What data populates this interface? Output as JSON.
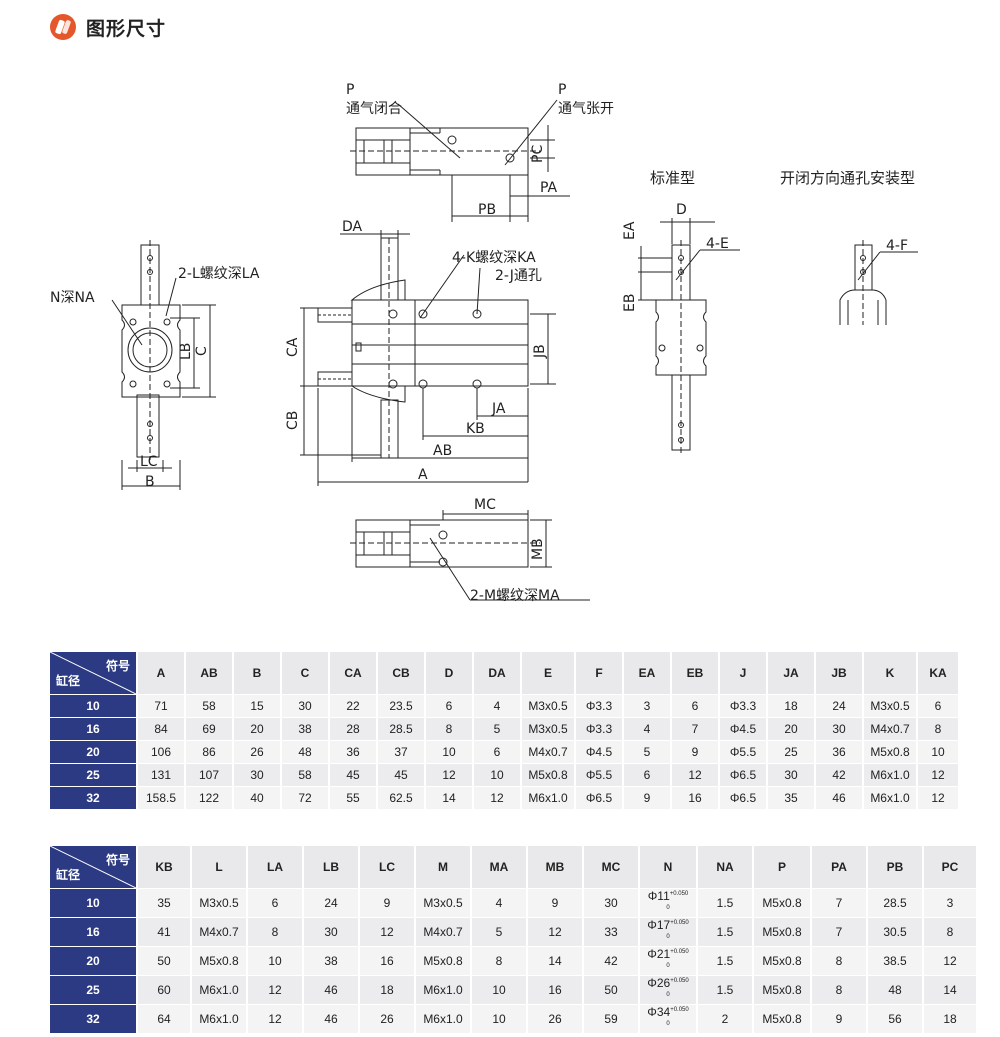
{
  "header": {
    "icon": "logo-icon",
    "title": "图形尺寸"
  },
  "drawing": {
    "labels": {
      "p1": "P",
      "p1_desc": "通气闭合",
      "p2": "P",
      "p2_desc": "通气张开",
      "pc": "PC",
      "pa": "PA",
      "pb": "PB",
      "da": "DA",
      "k_thread": "4-K螺纹深KA",
      "j_hole": "2-J通孔",
      "ca": "CA",
      "cb": "CB",
      "jb": "JB",
      "ja": "JA",
      "kb": "KB",
      "ab": "AB",
      "a": "A",
      "l_thread": "2-L螺纹深LA",
      "n": "N深NA",
      "lb": "LB",
      "c": "C",
      "lc": "LC",
      "b": "B",
      "mc": "MC",
      "mb": "MB",
      "m_thread": "2-M螺纹深MA",
      "standard": "标准型",
      "d": "D",
      "ea": "EA",
      "eb": "EB",
      "e": "4-E",
      "opening": "开闭方向通孔安装型",
      "f": "4-F"
    }
  },
  "table1": {
    "corner_symbol": "符号",
    "corner_bore": "缸径",
    "columns": [
      "A",
      "AB",
      "B",
      "C",
      "CA",
      "CB",
      "D",
      "DA",
      "E",
      "F",
      "EA",
      "EB",
      "J",
      "JA",
      "JB",
      "K",
      "KA"
    ],
    "rows": [
      [
        "10",
        "71",
        "58",
        "15",
        "30",
        "22",
        "23.5",
        "6",
        "4",
        "M3x0.5",
        "Φ3.3",
        "3",
        "6",
        "Φ3.3",
        "18",
        "24",
        "M3x0.5",
        "6"
      ],
      [
        "16",
        "84",
        "69",
        "20",
        "38",
        "28",
        "28.5",
        "8",
        "5",
        "M3x0.5",
        "Φ3.3",
        "4",
        "7",
        "Φ4.5",
        "20",
        "30",
        "M4x0.7",
        "8"
      ],
      [
        "20",
        "106",
        "86",
        "26",
        "48",
        "36",
        "37",
        "10",
        "6",
        "M4x0.7",
        "Φ4.5",
        "5",
        "9",
        "Φ5.5",
        "25",
        "36",
        "M5x0.8",
        "10"
      ],
      [
        "25",
        "131",
        "107",
        "30",
        "58",
        "45",
        "45",
        "12",
        "10",
        "M5x0.8",
        "Φ5.5",
        "6",
        "12",
        "Φ6.5",
        "30",
        "42",
        "M6x1.0",
        "12"
      ],
      [
        "32",
        "158.5",
        "122",
        "40",
        "72",
        "55",
        "62.5",
        "14",
        "12",
        "M6x1.0",
        "Φ6.5",
        "9",
        "16",
        "Φ6.5",
        "35",
        "46",
        "M6x1.0",
        "12"
      ]
    ]
  },
  "table2": {
    "corner_symbol": "符号",
    "corner_bore": "缸径",
    "columns": [
      "KB",
      "L",
      "LA",
      "LB",
      "LC",
      "M",
      "MA",
      "MB",
      "MC",
      "N",
      "NA",
      "P",
      "PA",
      "PB",
      "PC"
    ],
    "tolerance": "+0.050",
    "tolerance_low": "0",
    "rows": [
      [
        "10",
        "35",
        "M3x0.5",
        "6",
        "24",
        "9",
        "M3x0.5",
        "4",
        "9",
        "30",
        "Φ11",
        "1.5",
        "M5x0.8",
        "7",
        "28.5",
        "3"
      ],
      [
        "16",
        "41",
        "M4x0.7",
        "8",
        "30",
        "12",
        "M4x0.7",
        "5",
        "12",
        "33",
        "Φ17",
        "1.5",
        "M5x0.8",
        "7",
        "30.5",
        "8"
      ],
      [
        "20",
        "50",
        "M5x0.8",
        "10",
        "38",
        "16",
        "M5x0.8",
        "8",
        "14",
        "42",
        "Φ21",
        "1.5",
        "M5x0.8",
        "8",
        "38.5",
        "12"
      ],
      [
        "25",
        "60",
        "M6x1.0",
        "12",
        "46",
        "18",
        "M6x1.0",
        "10",
        "16",
        "50",
        "Φ26",
        "1.5",
        "M5x0.8",
        "8",
        "48",
        "14"
      ],
      [
        "32",
        "64",
        "M6x1.0",
        "12",
        "46",
        "26",
        "M6x1.0",
        "10",
        "26",
        "59",
        "Φ34",
        "2",
        "M5x0.8",
        "9",
        "56",
        "18"
      ]
    ]
  }
}
